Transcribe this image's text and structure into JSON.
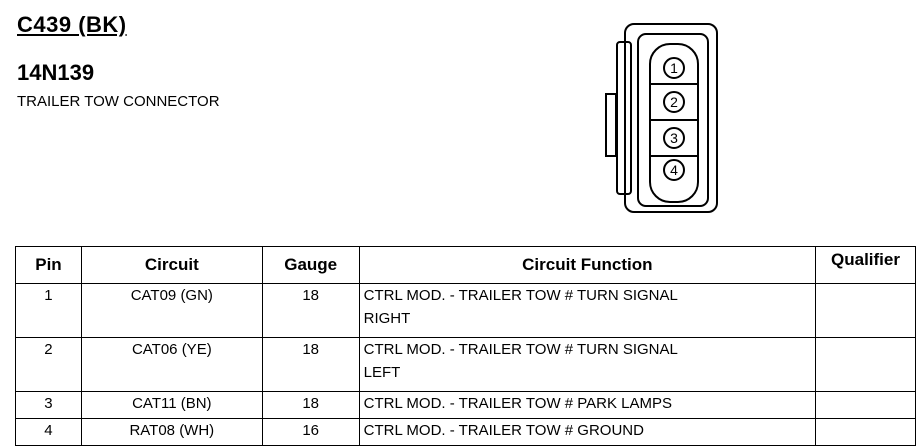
{
  "header": {
    "connector_id": "C439 (BK)",
    "part_number": "14N139",
    "description": "TRAILER TOW CONNECTOR"
  },
  "connector_diagram": {
    "pins": [
      "1",
      "2",
      "3",
      "4"
    ]
  },
  "table": {
    "columns": [
      "Pin",
      "Circuit",
      "Gauge",
      "Circuit Function",
      "Qualifier"
    ],
    "rows": [
      {
        "pin": "1",
        "circuit": "CAT09 (GN)",
        "gauge": "18",
        "function_line1": "CTRL MOD. - TRAILER TOW # TURN SIGNAL",
        "function_line2": "RIGHT",
        "qualifier": ""
      },
      {
        "pin": "2",
        "circuit": "CAT06 (YE)",
        "gauge": "18",
        "function_line1": "CTRL MOD. - TRAILER TOW # TURN SIGNAL",
        "function_line2": "LEFT",
        "qualifier": ""
      },
      {
        "pin": "3",
        "circuit": "CAT11 (BN)",
        "gauge": "18",
        "function_line1": "CTRL MOD. - TRAILER TOW # PARK LAMPS",
        "function_line2": "",
        "qualifier": ""
      },
      {
        "pin": "4",
        "circuit": "RAT08 (WH)",
        "gauge": "16",
        "function_line1": "CTRL MOD. - TRAILER TOW # GROUND",
        "function_line2": "",
        "qualifier": ""
      }
    ]
  }
}
